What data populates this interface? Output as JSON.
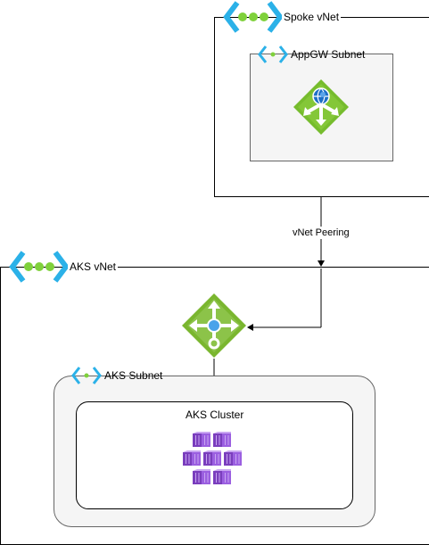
{
  "spoke_vnet": {
    "label": "Spoke vNet"
  },
  "appgw_subnet": {
    "label": "AppGW Subnet"
  },
  "peering": {
    "label": "vNet Peering"
  },
  "aks_vnet": {
    "label": "AKS vNet"
  },
  "aks_subnet": {
    "label": "AKS Subnet"
  },
  "aks_cluster": {
    "label": "AKS Cluster"
  },
  "colors": {
    "vnet_icon_blue": "#2bb1e8",
    "vnet_icon_dots": "#7fd13b",
    "appgw_green": "#76bc2d",
    "lb_green": "#7ab62f",
    "aks_purple": "#7a3ebd",
    "subnet_fill": "#f5f5f5"
  }
}
